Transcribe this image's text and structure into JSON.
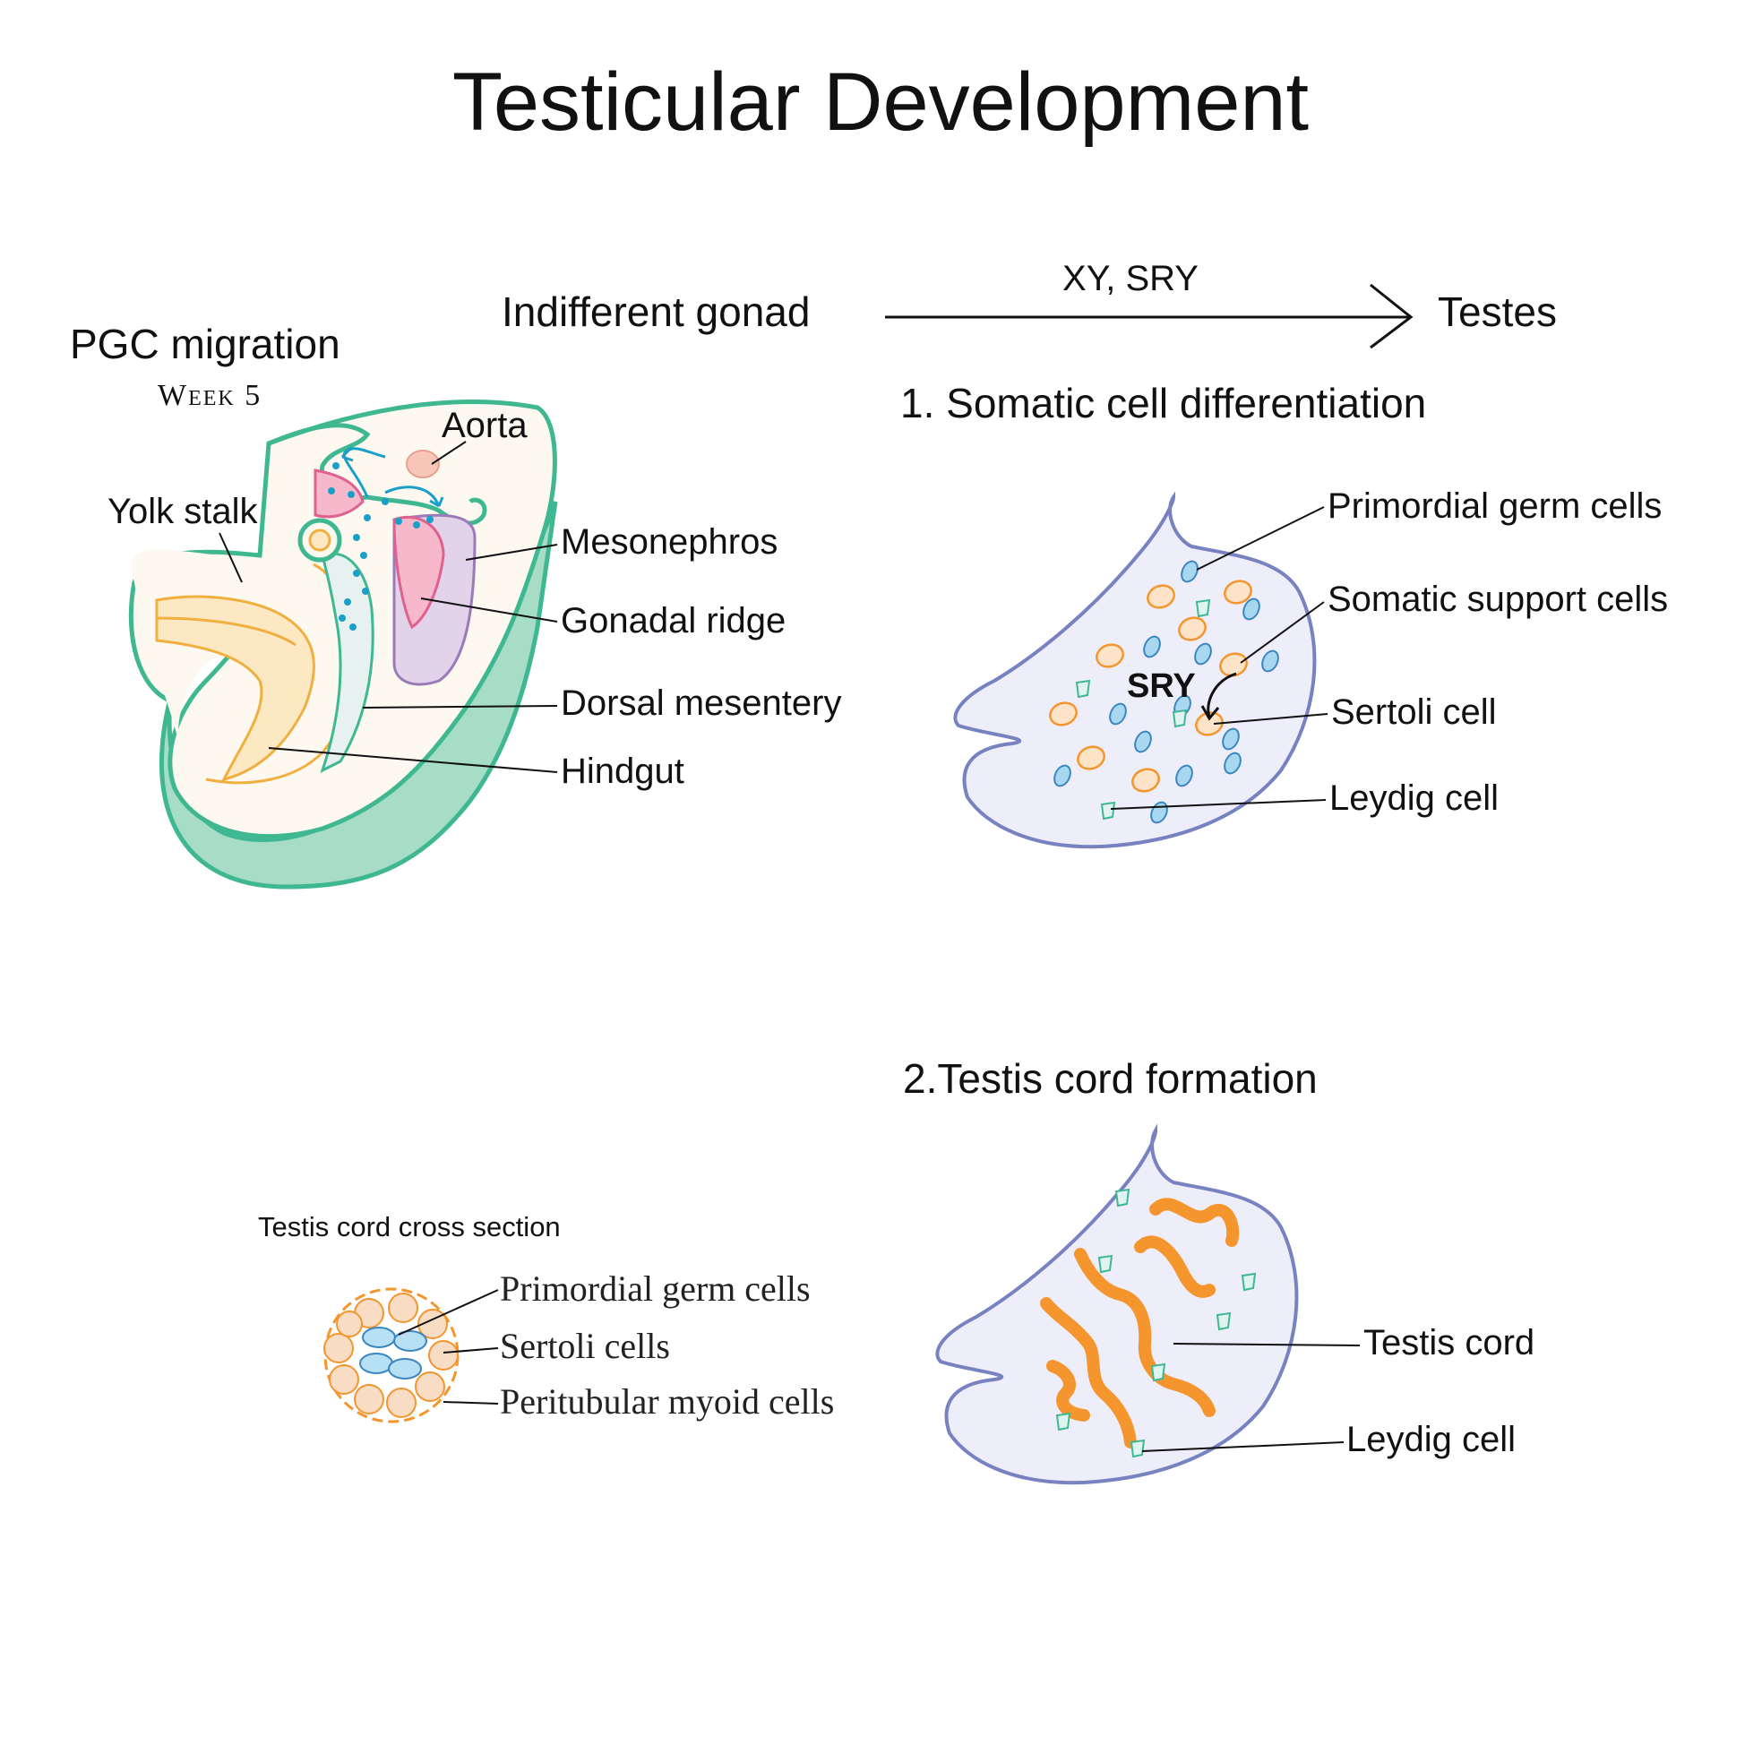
{
  "title": "Testicular Development",
  "pgc": {
    "heading": "PGC migration",
    "subheading": "Week 5",
    "labels": {
      "aorta": "Aorta",
      "yolk_stalk": "Yolk stalk",
      "mesonephros": "Mesonephros",
      "gonadal_ridge": "Gonadal ridge",
      "dorsal_mesentery": "Dorsal mesentery",
      "hindgut": "Hindgut"
    }
  },
  "flow": {
    "from": "Indifferent gonad",
    "condition": "XY, SRY",
    "to": "Testes"
  },
  "step1": {
    "heading": "1. Somatic cell differentiation",
    "center_label": "SRY",
    "labels": {
      "pgc": "Primordial germ cells",
      "somatic": "Somatic support cells",
      "sertoli": "Sertoli cell",
      "leydig": "Leydig cell"
    }
  },
  "step2": {
    "heading": "2.Testis cord formation",
    "labels": {
      "cord": "Testis cord",
      "leydig": "Leydig cell"
    }
  },
  "cross_section": {
    "heading": "Testis cord cross section",
    "labels": {
      "pgc": "Primordial germ cells",
      "sertoli": "Sertoli cells",
      "myoid": "Peritubular myoid cells"
    }
  },
  "colors": {
    "green": "#3fb892",
    "green_fill": "#a7dcc6",
    "yolk": "#f0b040",
    "pink": "#f08aa8",
    "purple_fill": "#e2d2ea",
    "cyan": "#1aa0c8",
    "gonad_outline": "#7882c0",
    "gonad_fill": "#eeeefb",
    "orange": "#f4952e",
    "blue_cell": "#a8d8f0"
  }
}
